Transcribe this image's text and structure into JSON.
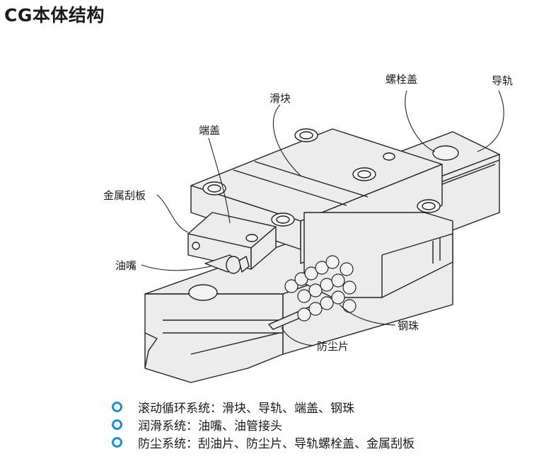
{
  "title": "CG本体结构",
  "callouts": {
    "bolt_cap": "螺栓盖",
    "rail": "导轨",
    "block": "滑块",
    "end_cap": "端盖",
    "metal_scraper": "金属刮板",
    "grease_nipple": "油嘴",
    "steel_ball": "钢珠",
    "dust_plate": "防尘片"
  },
  "bullets": [
    "滚动循环系统：滑块、导轨、端盖、钢珠",
    "润滑系统：油嘴、油管接头",
    "防尘系统：刮油片、防尘片、导轨螺栓盖、金属刮板"
  ],
  "colors": {
    "bullet_ring": "#1c8fd1",
    "line": "#222222",
    "fill": "#ececec"
  }
}
